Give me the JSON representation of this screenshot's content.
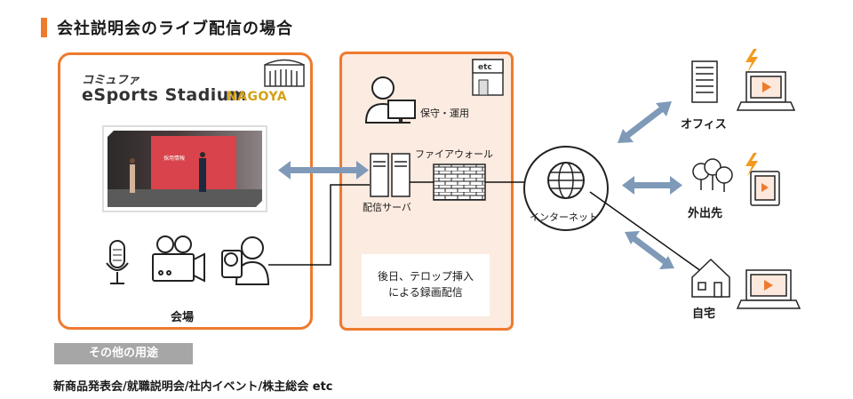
{
  "title": "会社説明会のライブ配信の場合",
  "venue": {
    "label": "会場",
    "brand_line1": "コミュファ",
    "brand_line2": "eSports Stadium",
    "brand_line3": "NAGOYA",
    "screen_text": "採用情報"
  },
  "server_area": {
    "etc_badge": "etc",
    "maintenance_label": "保守・運用",
    "distribution_server_label": "配信サーバ",
    "firewall_label": "ファイアウォール",
    "note_line1": "後日、テロップ挿入",
    "note_line2": "による録画配信"
  },
  "internet_label": "インターネット",
  "destinations": [
    {
      "label": "オフィス"
    },
    {
      "label": "外出先"
    },
    {
      "label": "自宅"
    }
  ],
  "other_uses": {
    "label": "その他の用途",
    "items": "新商品発表会/就職説明会/社内イベント/株主総会 etc"
  },
  "colors": {
    "accent": "#ee7a2e",
    "arrow": "#7f9ab8",
    "panel_fill": "#fcebe0",
    "gray_label": "#a6a6a6",
    "lightning": "#f39a1e"
  }
}
